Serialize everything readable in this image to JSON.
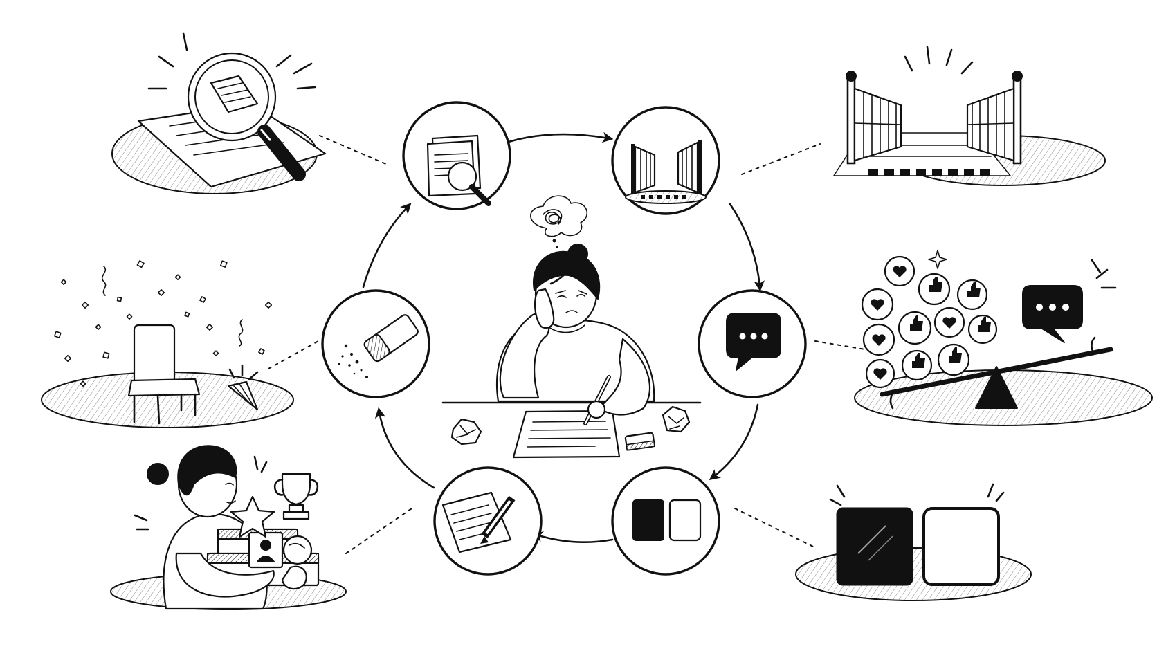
{
  "diagram": {
    "layout": "cycle",
    "direction": "clockwise",
    "colors": {
      "ink": "#111111",
      "background": "#ffffff"
    },
    "center": {
      "icon": "stressed-writer-at-desk-icon"
    },
    "stages": [
      {
        "id": "examine",
        "icon": "magnifier-over-document-icon",
        "detail_icon": "magnifying-glass-on-paper-icon"
      },
      {
        "id": "open-gate",
        "icon": "open-gate-icon",
        "detail_icon": "open-gates-crosswalk-icon"
      },
      {
        "id": "feedback",
        "icon": "speech-bubble-icon",
        "detail_icon": "likes-vs-comment-seesaw-icon"
      },
      {
        "id": "contrast",
        "icon": "black-white-squares-icon",
        "detail_icon": "black-and-white-blocks-icon"
      },
      {
        "id": "write",
        "icon": "pencil-on-paper-icon",
        "detail_icon": "woman-carrying-achievements-icon"
      },
      {
        "id": "erase",
        "icon": "eraser-icon",
        "detail_icon": "empty-chair-confetti-icon"
      }
    ]
  }
}
